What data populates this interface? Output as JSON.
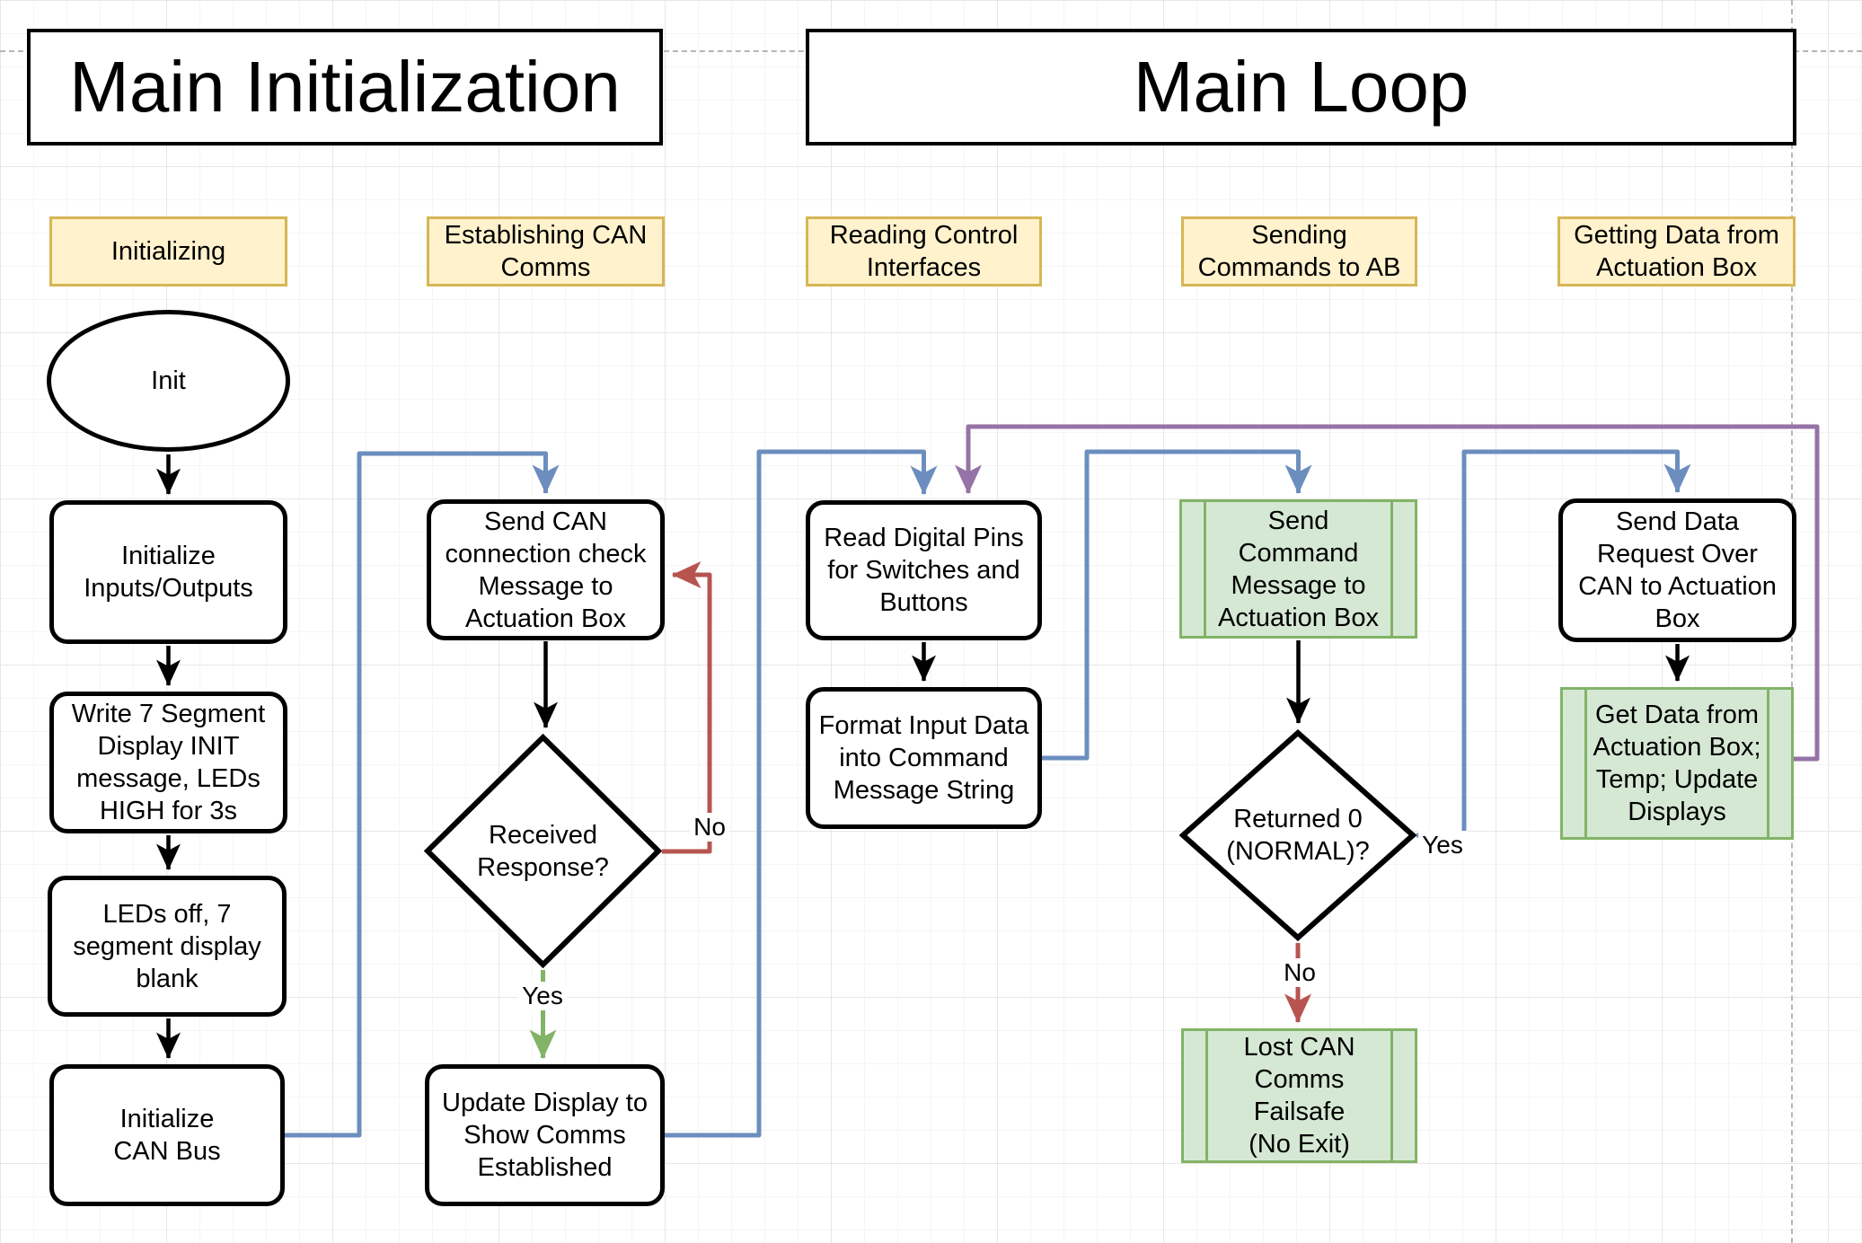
{
  "titles": {
    "left": "Main Initialization",
    "right": "Main Loop"
  },
  "phases": [
    {
      "label": "Initializing"
    },
    {
      "label": "Establishing CAN\nComms"
    },
    {
      "label": "Reading Control\nInterfaces"
    },
    {
      "label": "Sending\nCommands to AB"
    },
    {
      "label": "Getting Data from\nActuation Box"
    }
  ],
  "nodes": {
    "init": "Init",
    "init_io": "Initialize\nInputs/Outputs",
    "write_7seg": "Write 7 Segment\nDisplay INIT\nmessage, LEDs\nHIGH for 3s",
    "leds_off": "LEDs off, 7\nsegment display\nblank",
    "init_can": "Initialize\nCAN Bus",
    "send_can_check": "Send CAN\nconnection check\nMessage to\nActuation Box",
    "received_response": "Received\nResponse?",
    "update_display": "Update Display to\nShow Comms\nEstablished",
    "read_pins": "Read Digital Pins\nfor Switches and\nButtons",
    "format_input": "Format Input Data\ninto Command\nMessage String",
    "send_cmd": "Send\nCommand\nMessage to\nActuation Box",
    "returned_0": "Returned 0\n(NORMAL)?",
    "lost_can": "Lost CAN\nComms\nFailsafe\n(No Exit)",
    "send_data_req": "Send Data\nRequest Over\nCAN to Actuation\nBox",
    "get_data": "Get Data from\nActuation Box;\nTemp; Update\nDisplays"
  },
  "edge_labels": {
    "received_yes": "Yes",
    "received_no": "No",
    "returned_yes": "Yes",
    "returned_no": "No"
  },
  "colors": {
    "connector_blue": "#6C8EBF",
    "connector_red": "#B85450",
    "connector_green": "#82B366",
    "connector_purple": "#9673A6",
    "connector_black": "#000000",
    "phase_fill": "#FFF2CC",
    "phase_border": "#D6B656",
    "process_fill": "#D5E8D4",
    "process_border": "#82B366"
  }
}
